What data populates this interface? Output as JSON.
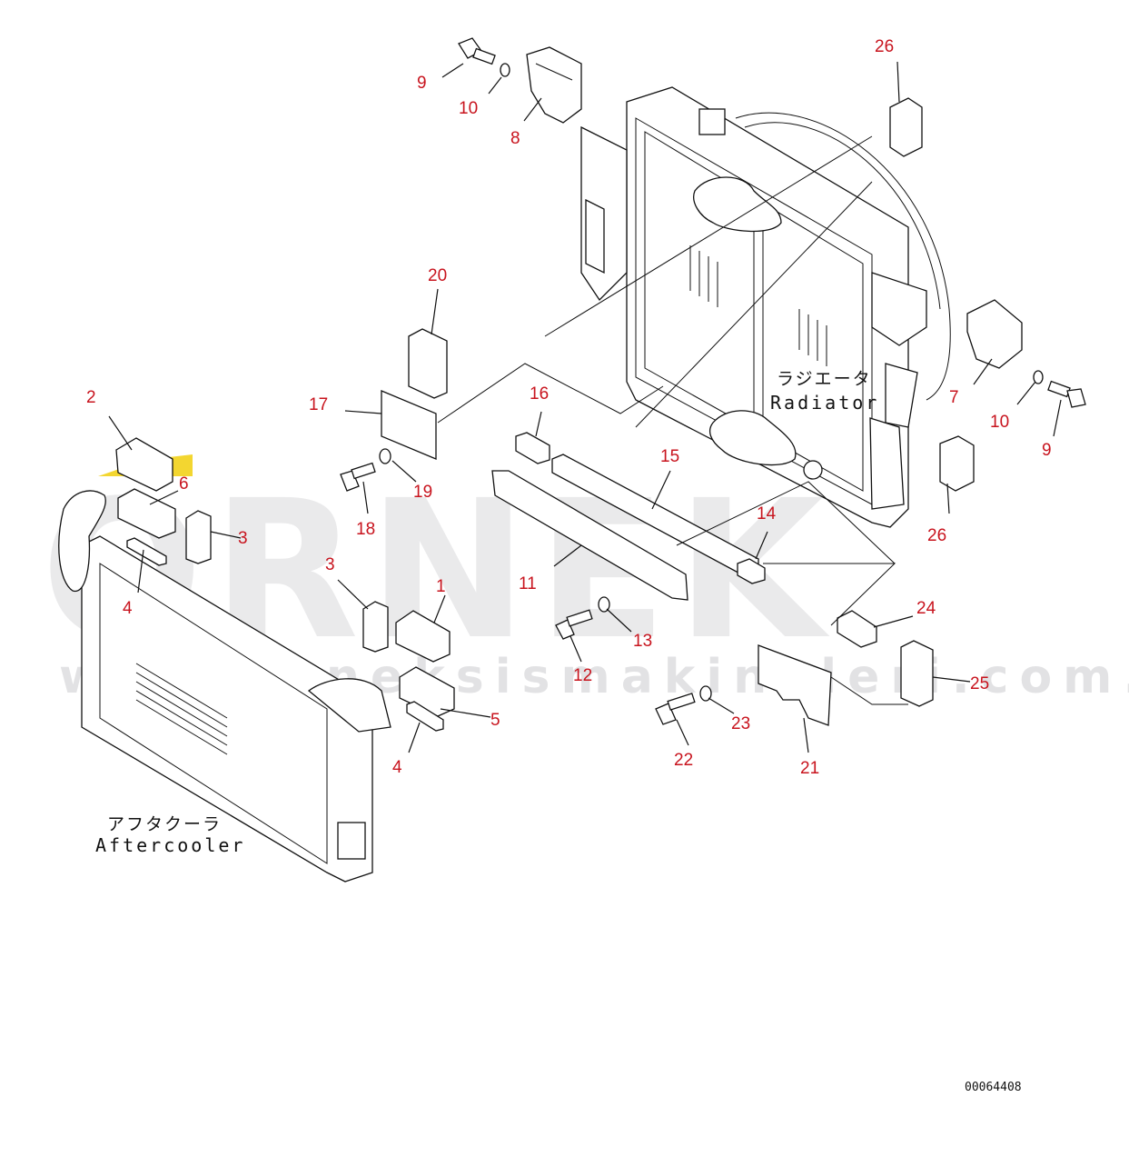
{
  "watermark": {
    "brand": "ORNEK",
    "url": "www.orneksismakinaleri.com.tr",
    "logo_color": "#f2d21a"
  },
  "labels": {
    "radiator_jp": "ラジエータ",
    "radiator_en": "Radiator",
    "aftercooler_jp": "アフタクーラ",
    "aftercooler_en": "Aftercooler"
  },
  "document_number": "00064408",
  "callout_color": "#c8141e",
  "callouts": [
    {
      "id": "c-1",
      "text": "1"
    },
    {
      "id": "c-2",
      "text": "2"
    },
    {
      "id": "c-3a",
      "text": "3"
    },
    {
      "id": "c-3b",
      "text": "3"
    },
    {
      "id": "c-4a",
      "text": "4"
    },
    {
      "id": "c-4b",
      "text": "4"
    },
    {
      "id": "c-5",
      "text": "5"
    },
    {
      "id": "c-6",
      "text": "6"
    },
    {
      "id": "c-7",
      "text": "7"
    },
    {
      "id": "c-8",
      "text": "8"
    },
    {
      "id": "c-9a",
      "text": "9"
    },
    {
      "id": "c-9b",
      "text": "9"
    },
    {
      "id": "c-10a",
      "text": "10"
    },
    {
      "id": "c-10b",
      "text": "10"
    },
    {
      "id": "c-11",
      "text": "11"
    },
    {
      "id": "c-12",
      "text": "12"
    },
    {
      "id": "c-13",
      "text": "13"
    },
    {
      "id": "c-14",
      "text": "14"
    },
    {
      "id": "c-15",
      "text": "15"
    },
    {
      "id": "c-16",
      "text": "16"
    },
    {
      "id": "c-17",
      "text": "17"
    },
    {
      "id": "c-18",
      "text": "18"
    },
    {
      "id": "c-19",
      "text": "19"
    },
    {
      "id": "c-20",
      "text": "20"
    },
    {
      "id": "c-21",
      "text": "21"
    },
    {
      "id": "c-22",
      "text": "22"
    },
    {
      "id": "c-23",
      "text": "23"
    },
    {
      "id": "c-24",
      "text": "24"
    },
    {
      "id": "c-25",
      "text": "25"
    },
    {
      "id": "c-26a",
      "text": "26"
    },
    {
      "id": "c-26b",
      "text": "26"
    }
  ]
}
